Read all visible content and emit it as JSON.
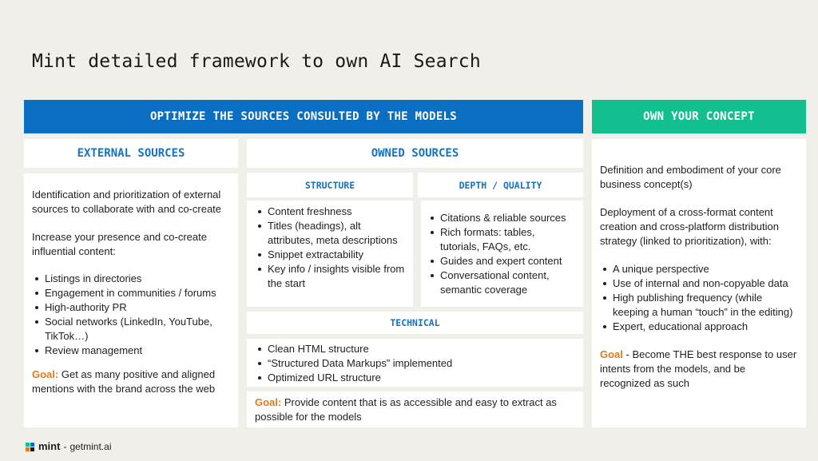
{
  "title": "Mint detailed framework to own AI Search",
  "banners": {
    "optimize": "OPTIMIZE THE SOURCES CONSULTED BY THE MODELS",
    "own": "OWN YOUR CONCEPT"
  },
  "external": {
    "header": "EXTERNAL SOURCES",
    "para1": "Identification and prioritization of external sources to collaborate with and co-create",
    "para2": "Increase your presence and co-create influential content:",
    "items": [
      "Listings in directories",
      "Engagement in communities / forums",
      "High-authority PR",
      "Social networks (LinkedIn, YouTube, TikTok…)",
      "Review management"
    ],
    "goal_label": "Goal:",
    "goal_text": " Get as many positive and aligned mentions with the brand across the web"
  },
  "owned": {
    "header": "OWNED SOURCES",
    "structure": {
      "header": "STRUCTURE",
      "items": [
        "Content freshness",
        "Titles (headings), alt attributes, meta descriptions",
        "Snippet extractability",
        "Key info / insights visible from the start"
      ]
    },
    "depth": {
      "header": "DEPTH / QUALITY",
      "items": [
        "Citations & reliable sources",
        "Rich formats: tables, tutorials, FAQs, etc.",
        "Guides and expert content",
        "Conversational content, semantic coverage"
      ]
    },
    "technical": {
      "header": "TECHNICAL",
      "items": [
        "Clean HTML structure",
        "“Structured Data Markups” implemented",
        "Optimized URL structure"
      ]
    },
    "goal_label": "Goal:",
    "goal_text": " Provide content that is as accessible and easy to extract as possible for the models"
  },
  "concept": {
    "para1": "Definition and embodiment of your core business concept(s)",
    "para2": "Deployment of a cross-format content creation and cross-platform distribution strategy (linked to prioritization), with:",
    "items": [
      "A unique perspective",
      "Use of internal and non-copyable data",
      "High publishing frequency (while keeping a human “touch” in the editing)",
      "Expert, educational approach"
    ],
    "goal_label": "Goal",
    "goal_text": " - Become THE best response to user intents from the models, and be recognized as such"
  },
  "footer": {
    "brand": "mint",
    "separator": "-",
    "site": "getmint.ai"
  },
  "colors": {
    "blue_banner": "#0a6fc2",
    "green_banner": "#12bf8e",
    "header_text": "#1673c2",
    "goal": "#e07a1d",
    "background": "#f1efea"
  }
}
